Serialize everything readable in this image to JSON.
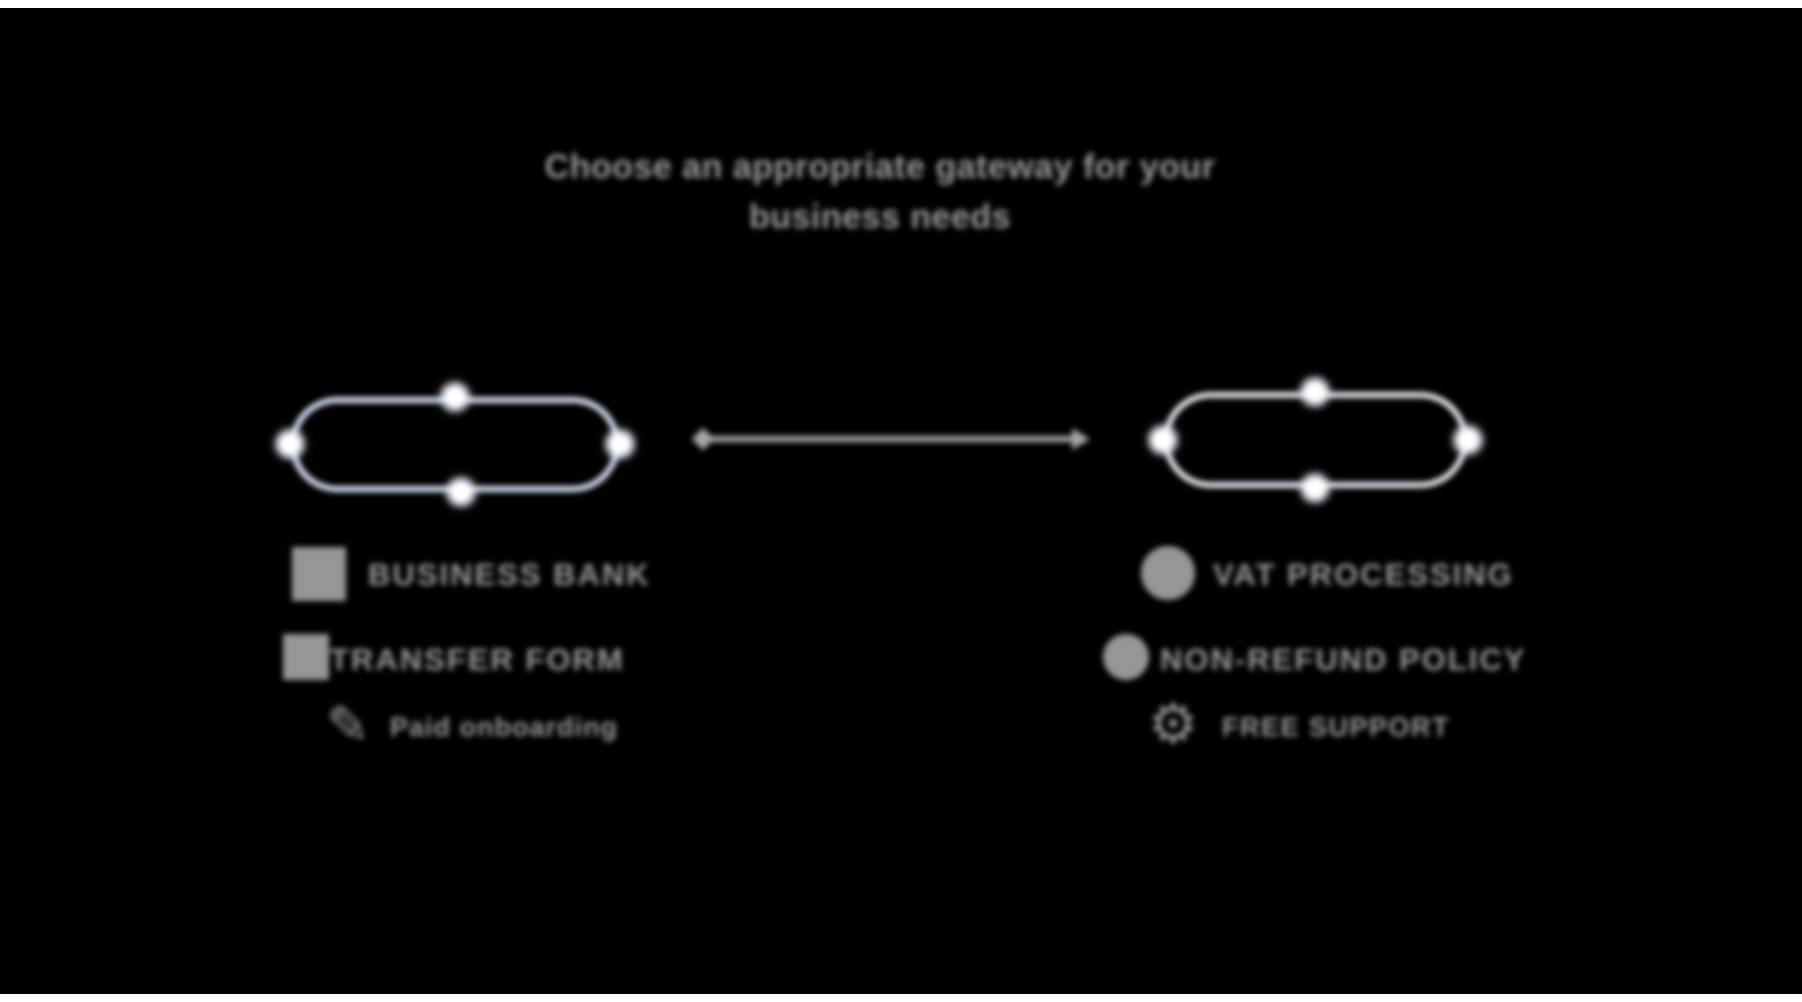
{
  "title": {
    "line1": "Choose an appropriate gateway for your",
    "line2": "business needs"
  },
  "left_group": {
    "shape": "pill",
    "items": [
      {
        "icon": "square-icon",
        "label": "BUSINESS BANK"
      },
      {
        "icon": "square-icon",
        "label": "TRANSFER FORM"
      },
      {
        "icon": "pencil-icon",
        "label": "Paid onboarding"
      }
    ]
  },
  "right_group": {
    "shape": "pill",
    "items": [
      {
        "icon": "circle-icon",
        "label": "VAT PROCESSING"
      },
      {
        "icon": "circle-icon",
        "label": "NON-REFUND POLICY"
      },
      {
        "icon": "gear-icon",
        "label": "FREE SUPPORT"
      }
    ]
  },
  "icons": {
    "pencil_glyph": "✎",
    "gear_glyph": "⚙"
  },
  "connector": {
    "type": "line",
    "start_marker": "diamond",
    "end_marker": "arrowhead",
    "direction": "left-to-right"
  },
  "colors": {
    "page_background": "#ffffff",
    "canvas_background": "#000000",
    "text": "#98989a",
    "icon": "#969696",
    "left_pill_border": "#d9e0f5",
    "right_pill_border": "#e7e7ef",
    "handle_fill": "#ffffff",
    "arrow": "#a6a6a6"
  }
}
